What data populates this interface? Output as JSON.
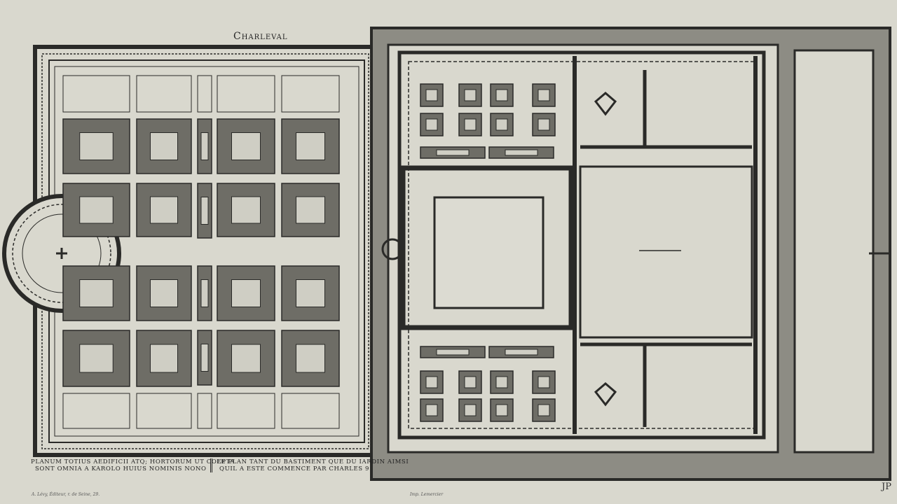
{
  "title": "Charleval",
  "caption_latin": [
    "Planum totius aedificii atq; hortorum ut coepta",
    "sont omnia a Karolo huius nominis nono"
  ],
  "caption_french": [
    "Le plan tant du bastiment que du iardin aimsi",
    "quil a este commence par Charles 9"
  ],
  "publisher": "A. Lévy, Éditeur, r. de Seine, 29.",
  "printer": "Imp. Lemercier",
  "monogram": "JP",
  "colors": {
    "paper": "#d9d8ce",
    "ink": "#2a2a28",
    "water": "#8d8c84"
  }
}
